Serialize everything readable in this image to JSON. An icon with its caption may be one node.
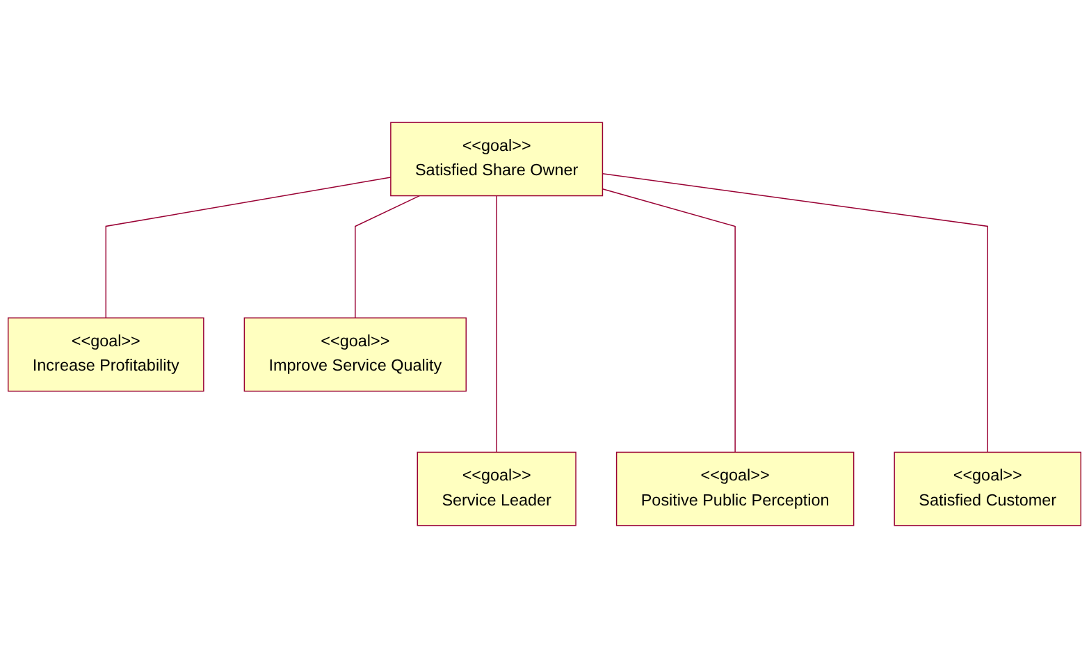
{
  "diagram": {
    "nodes": [
      {
        "text": [
          "<<goal>>",
          "Satisfied Share Owner"
        ]
      },
      {
        "text": [
          "<<goal>>",
          "Increase Profitability"
        ]
      },
      {
        "text": [
          "<<goal>>",
          "Improve Service Quality"
        ]
      },
      {
        "text": [
          "<<goal>>",
          "Service Leader"
        ]
      },
      {
        "text": [
          "<<goal>>",
          "Positive Public Perception"
        ]
      },
      {
        "text": [
          "<<goal>>",
          "Satisfied Customer"
        ]
      }
    ],
    "edges": [
      {
        "from": 0,
        "to": 1,
        "arrow": "none"
      },
      {
        "from": 0,
        "to": 3,
        "arrow": "none"
      },
      {
        "from": 0,
        "to": 4,
        "arrow": "none"
      },
      {
        "from": 0,
        "to": 5,
        "arrow": "none"
      },
      {
        "from": 0,
        "to": 2,
        "arrow": "none"
      }
    ]
  }
}
